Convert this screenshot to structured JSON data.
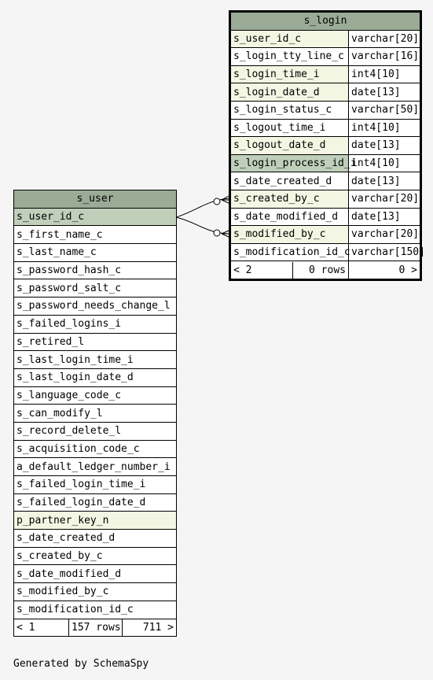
{
  "s_login": {
    "name": "s_login",
    "columns": [
      {
        "name": "s_user_id_c",
        "type": "varchar[20]",
        "key": "fk"
      },
      {
        "name": "s_login_tty_line_c",
        "type": "varchar[16]",
        "key": ""
      },
      {
        "name": "s_login_time_i",
        "type": "int4[10]",
        "key": "fk"
      },
      {
        "name": "s_login_date_d",
        "type": "date[13]",
        "key": "fk"
      },
      {
        "name": "s_login_status_c",
        "type": "varchar[50]",
        "key": ""
      },
      {
        "name": "s_logout_time_i",
        "type": "int4[10]",
        "key": ""
      },
      {
        "name": "s_logout_date_d",
        "type": "date[13]",
        "key": "fk"
      },
      {
        "name": "s_login_process_id_i",
        "type": "int4[10]",
        "key": "pk"
      },
      {
        "name": "s_date_created_d",
        "type": "date[13]",
        "key": ""
      },
      {
        "name": "s_created_by_c",
        "type": "varchar[20]",
        "key": "fk"
      },
      {
        "name": "s_date_modified_d",
        "type": "date[13]",
        "key": ""
      },
      {
        "name": "s_modified_by_c",
        "type": "varchar[20]",
        "key": "fk"
      },
      {
        "name": "s_modification_id_c",
        "type": "varchar[150]",
        "key": ""
      }
    ],
    "footer": {
      "left": "< 2",
      "center": "0 rows",
      "right": "0 >"
    }
  },
  "s_user": {
    "name": "s_user",
    "columns": [
      {
        "name": "s_user_id_c",
        "key": "pk"
      },
      {
        "name": "s_first_name_c",
        "key": ""
      },
      {
        "name": "s_last_name_c",
        "key": ""
      },
      {
        "name": "s_password_hash_c",
        "key": ""
      },
      {
        "name": "s_password_salt_c",
        "key": ""
      },
      {
        "name": "s_password_needs_change_l",
        "key": ""
      },
      {
        "name": "s_failed_logins_i",
        "key": ""
      },
      {
        "name": "s_retired_l",
        "key": ""
      },
      {
        "name": "s_last_login_time_i",
        "key": ""
      },
      {
        "name": "s_last_login_date_d",
        "key": ""
      },
      {
        "name": "s_language_code_c",
        "key": ""
      },
      {
        "name": "s_can_modify_l",
        "key": ""
      },
      {
        "name": "s_record_delete_l",
        "key": ""
      },
      {
        "name": "s_acquisition_code_c",
        "key": ""
      },
      {
        "name": "a_default_ledger_number_i",
        "key": ""
      },
      {
        "name": "s_failed_login_time_i",
        "key": ""
      },
      {
        "name": "s_failed_login_date_d",
        "key": ""
      },
      {
        "name": "p_partner_key_n",
        "key": "fk"
      },
      {
        "name": "s_date_created_d",
        "key": ""
      },
      {
        "name": "s_created_by_c",
        "key": ""
      },
      {
        "name": "s_date_modified_d",
        "key": ""
      },
      {
        "name": "s_modified_by_c",
        "key": ""
      },
      {
        "name": "s_modification_id_c",
        "key": ""
      }
    ],
    "footer": {
      "left": "< 1",
      "center": "157 rows",
      "right": "711 >"
    }
  },
  "generated_by": "Generated by SchemaSpy",
  "colors": {
    "header": "#9aab96",
    "pk": "#bfcfba",
    "fk": "#f3f6e3",
    "background": "#f5f5f5"
  }
}
